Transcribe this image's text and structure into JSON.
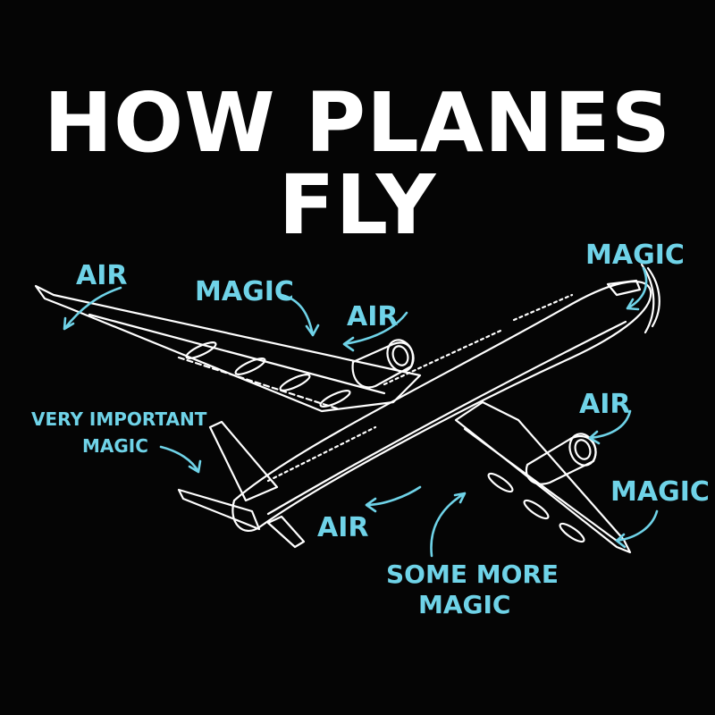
{
  "title": "HOW PLANES FLY",
  "labels": {
    "air_left_wingtip": "AIR",
    "magic_left_wing": "MAGIC",
    "air_engine_left": "AIR",
    "magic_nose": "MAGIC",
    "very_important_line1": "VERY IMPORTANT",
    "very_important_line2": "MAGIC",
    "air_right_engine": "AIR",
    "magic_right_wing": "MAGIC",
    "air_belly": "AIR",
    "some_more_line1": "SOME MORE",
    "some_more_line2": "MAGIC"
  },
  "colors": {
    "background": "#050505",
    "title": "#ffffff",
    "label": "#6fd3e8",
    "drawing": "#ffffff"
  }
}
